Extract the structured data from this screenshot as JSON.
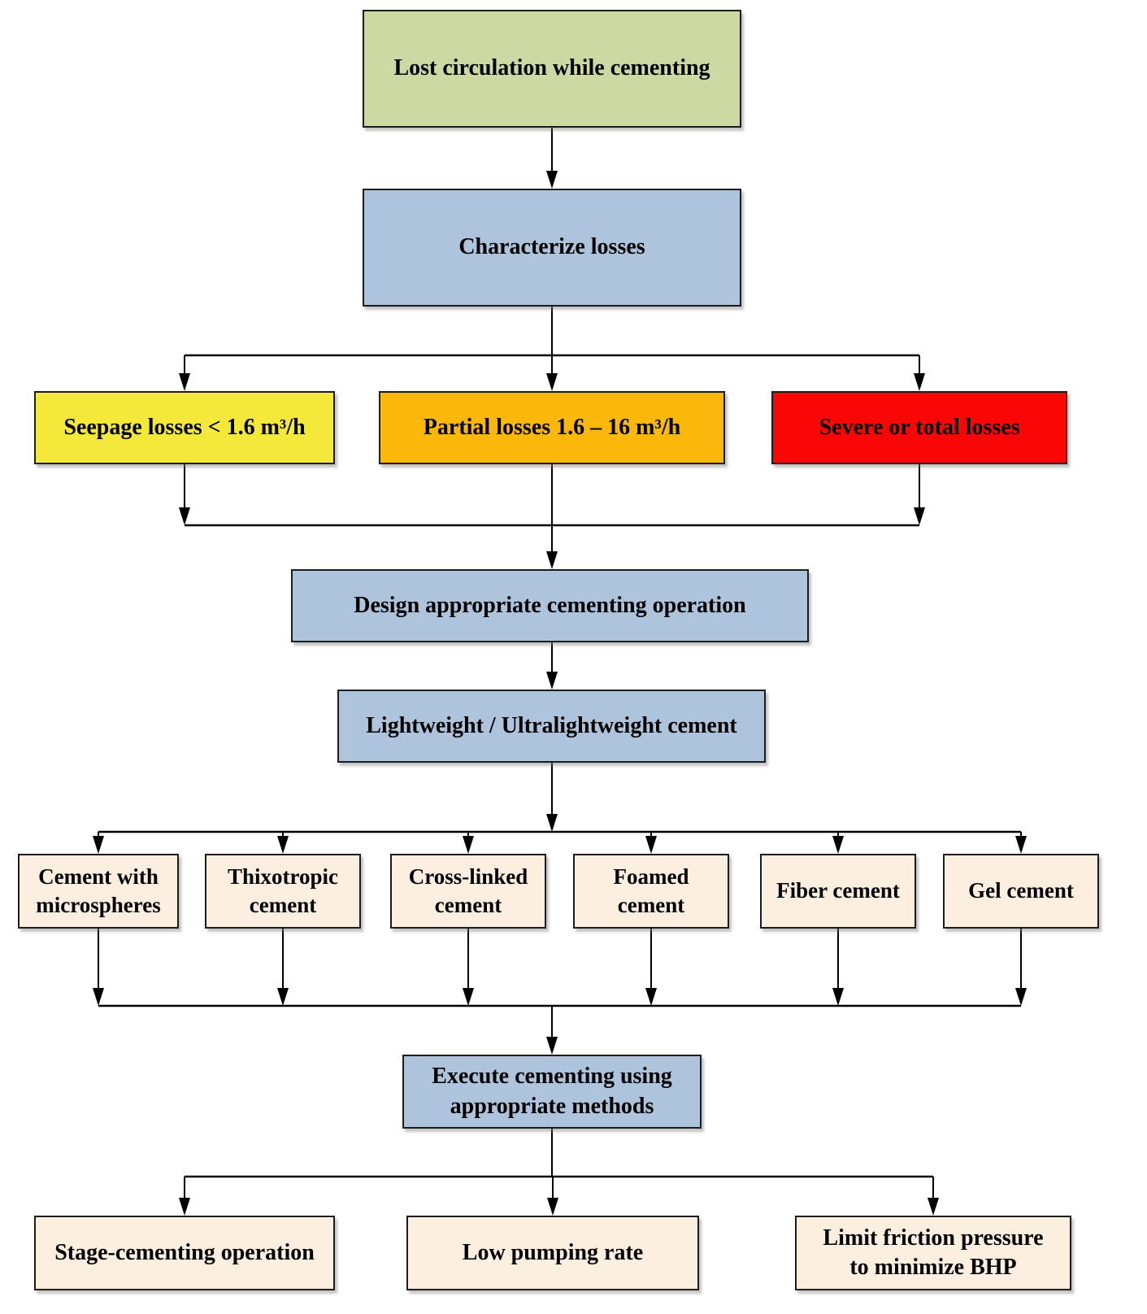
{
  "diagram": {
    "type": "flowchart",
    "nodes": {
      "start": {
        "label": "Lost circulation while cementing"
      },
      "characterize": {
        "label": "Characterize losses"
      },
      "seepage": {
        "label": "Seepage losses < 1.6 m³/h"
      },
      "partial": {
        "label": "Partial losses 1.6 – 16 m³/h"
      },
      "severe": {
        "label": "Severe or total losses"
      },
      "design": {
        "label": "Design appropriate cementing operation"
      },
      "lightweight": {
        "label": "Lightweight / Ultralightweight cement"
      },
      "microspheres": {
        "label": "Cement with\nmicrospheres"
      },
      "thixotropic": {
        "label": "Thixotropic\ncement"
      },
      "crosslinked": {
        "label": "Cross-linked\ncement"
      },
      "foamed": {
        "label": "Foamed\ncement"
      },
      "fiber": {
        "label": "Fiber cement"
      },
      "gel": {
        "label": "Gel cement"
      },
      "execute": {
        "label": "Execute cementing using\nappropriate methods"
      },
      "stage": {
        "label": "Stage-cementing operation"
      },
      "lowrate": {
        "label": "Low pumping rate"
      },
      "limitfriction": {
        "label": "Limit friction pressure\nto minimize BHP"
      }
    },
    "edges": [
      {
        "from": "start",
        "to": "characterize"
      },
      {
        "from": "characterize",
        "to": "seepage"
      },
      {
        "from": "characterize",
        "to": "partial"
      },
      {
        "from": "characterize",
        "to": "severe"
      },
      {
        "from": "seepage",
        "to": "design"
      },
      {
        "from": "partial",
        "to": "design"
      },
      {
        "from": "severe",
        "to": "design"
      },
      {
        "from": "design",
        "to": "lightweight"
      },
      {
        "from": "lightweight",
        "to": "microspheres"
      },
      {
        "from": "lightweight",
        "to": "thixotropic"
      },
      {
        "from": "lightweight",
        "to": "crosslinked"
      },
      {
        "from": "lightweight",
        "to": "foamed"
      },
      {
        "from": "lightweight",
        "to": "fiber"
      },
      {
        "from": "lightweight",
        "to": "gel"
      },
      {
        "from": "microspheres",
        "to": "execute"
      },
      {
        "from": "thixotropic",
        "to": "execute"
      },
      {
        "from": "crosslinked",
        "to": "execute"
      },
      {
        "from": "foamed",
        "to": "execute"
      },
      {
        "from": "fiber",
        "to": "execute"
      },
      {
        "from": "gel",
        "to": "execute"
      },
      {
        "from": "execute",
        "to": "stage"
      },
      {
        "from": "execute",
        "to": "lowrate"
      },
      {
        "from": "execute",
        "to": "limitfriction"
      }
    ],
    "colors": {
      "start_fill": "#ccd9a3",
      "process_fill": "#aec3dc",
      "seepage_fill": "#f4e93a",
      "partial_fill": "#fbb70a",
      "severe_fill": "#fb0606",
      "option_fill": "#fcefe0",
      "border": "#1c1c1c",
      "line": "#000000",
      "text": "#000000"
    }
  }
}
